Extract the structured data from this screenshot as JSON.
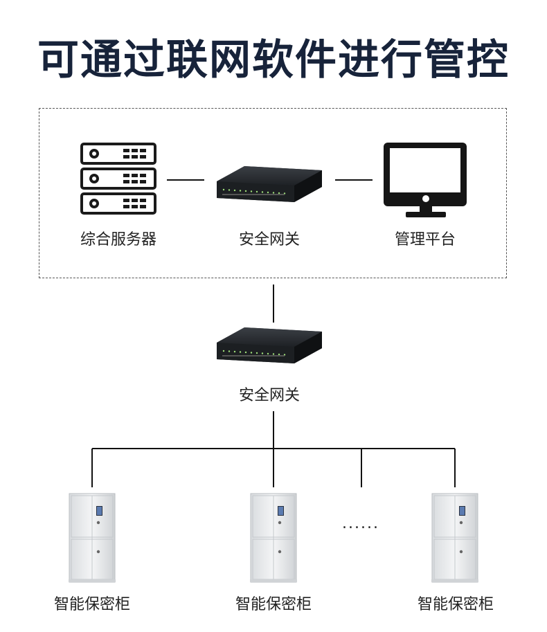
{
  "title": "可通过联网软件进行管控",
  "top_group": {
    "server_label": "综合服务器",
    "gateway_label": "安全网关",
    "platform_label": "管理平台"
  },
  "middle": {
    "gateway_label": "安全网关"
  },
  "bottom": {
    "cabinet_labels": [
      "智能保密柜",
      "智能保密柜",
      "智能保密柜"
    ],
    "ellipsis": "......"
  },
  "colors": {
    "title": "#17233a",
    "icon_dark": "#1a1a1a",
    "line": "#111111"
  },
  "icons": [
    "server-icon",
    "gateway-device-icon",
    "monitor-icon",
    "cabinet-icon"
  ]
}
